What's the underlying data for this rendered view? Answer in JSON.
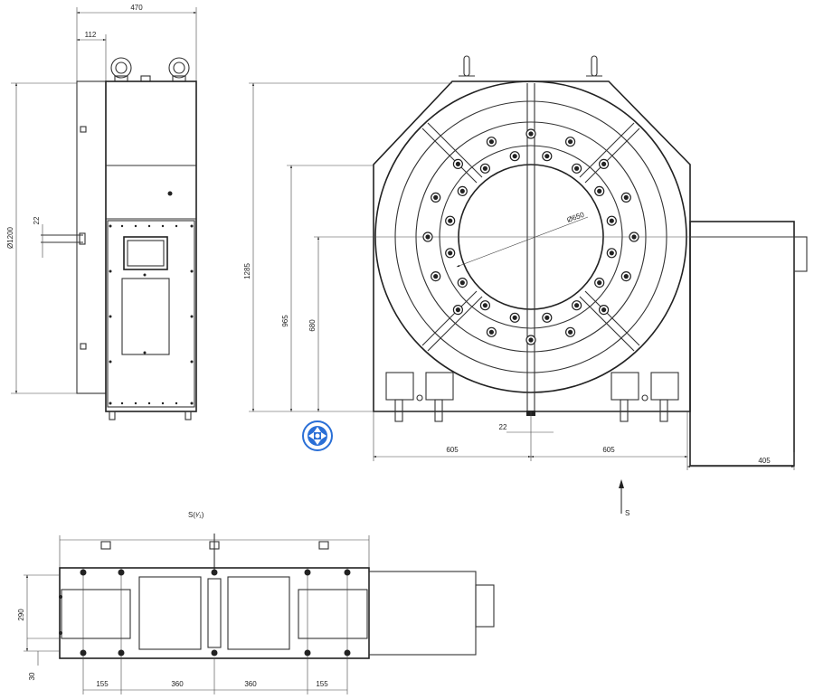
{
  "side_view": {
    "width_top": "470",
    "offset_top": "112",
    "diameter_left": "Ø1200",
    "small_gap": "22"
  },
  "front_view": {
    "height_total": "1285",
    "height_mid": "965",
    "height_center": "680",
    "inner_diameter": "Ø650",
    "center_gap": "22",
    "half_width_left": "605",
    "half_width_right": "605",
    "motor_length": "405",
    "section_marker": "S"
  },
  "bottom_view": {
    "section_label": "S(¹⁄₁)",
    "height_left": "290",
    "offset_bottom": "30",
    "span_1": "155",
    "span_2": "360",
    "span_3": "360",
    "span_4": "155"
  },
  "nav_widget": {
    "icon": "pan-arrows-icon",
    "color": "#2a6fd6"
  }
}
